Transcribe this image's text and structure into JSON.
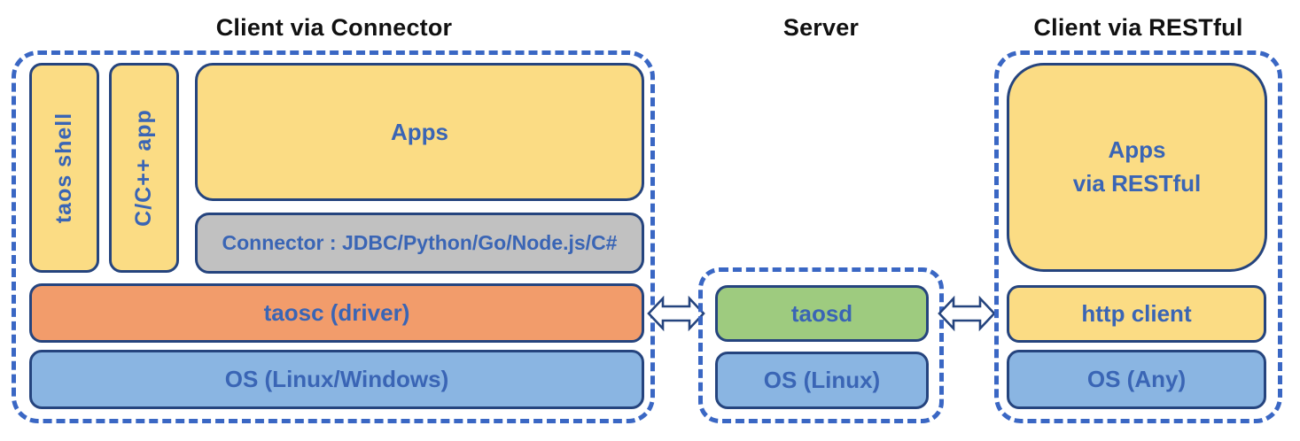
{
  "diagram": {
    "sections": {
      "connector_client": {
        "title": "Client via Connector",
        "taos_shell": "taos shell",
        "c_app": "C/C++ app",
        "apps": "Apps",
        "connector": "Connector : JDBC/Python/Go/Node.js/C#",
        "taosc": "taosc (driver)",
        "os": "OS (Linux/Windows)"
      },
      "server": {
        "title": "Server",
        "taosd": "taosd",
        "os": "OS (Linux)"
      },
      "restful_client": {
        "title": "Client via RESTful",
        "apps_line1": "Apps",
        "apps_line2": "via RESTful",
        "http_client": "http client",
        "os": "OS (Any)"
      }
    },
    "connections": {
      "left_arrow": "bidirectional arrow between taosc (driver) and taosd",
      "right_arrow": "bidirectional arrow between taosd and http client"
    },
    "colors": {
      "dashed_border": "#3A67C4",
      "box_border": "#25447E",
      "yellow_fill": "#FBDC84",
      "gray_fill": "#C1C1C1",
      "orange_fill": "#F29C6B",
      "blue_fill": "#8AB5E2",
      "green_fill": "#9ECB7F",
      "label_blue": "#3A65B5",
      "title_black": "#111111",
      "arrow_fill": "#FFFFFF"
    }
  }
}
